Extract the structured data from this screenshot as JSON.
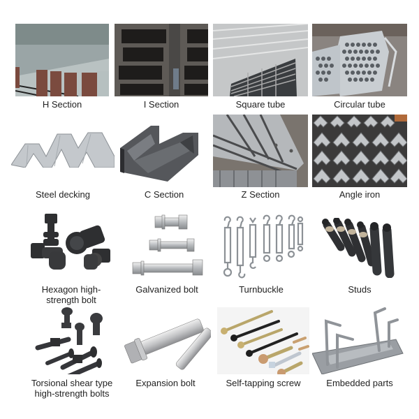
{
  "grid": {
    "rows": 4,
    "columns": 4,
    "items": [
      {
        "label": "H Section"
      },
      {
        "label": "I Section"
      },
      {
        "label": "Square tube"
      },
      {
        "label": "Circular tube"
      },
      {
        "label": "Steel decking"
      },
      {
        "label": "C Section"
      },
      {
        "label": "Z Section"
      },
      {
        "label": "Angle iron"
      },
      {
        "label": "Hexagon high-\nstrength bolt"
      },
      {
        "label": "Galvanized bolt"
      },
      {
        "label": "Turnbuckle"
      },
      {
        "label": "Studs"
      },
      {
        "label": "Torsional shear type\nhigh-strength bolts"
      },
      {
        "label": "Expansion bolt"
      },
      {
        "label": "Self-tapping screw"
      },
      {
        "label": "Embedded parts"
      }
    ]
  },
  "colors": {
    "caption_text": "#222222",
    "background": "#ffffff",
    "galvanized": "#b8bcc0",
    "dark_steel": "#3a3b3e",
    "rust": "#7a4a3e"
  }
}
